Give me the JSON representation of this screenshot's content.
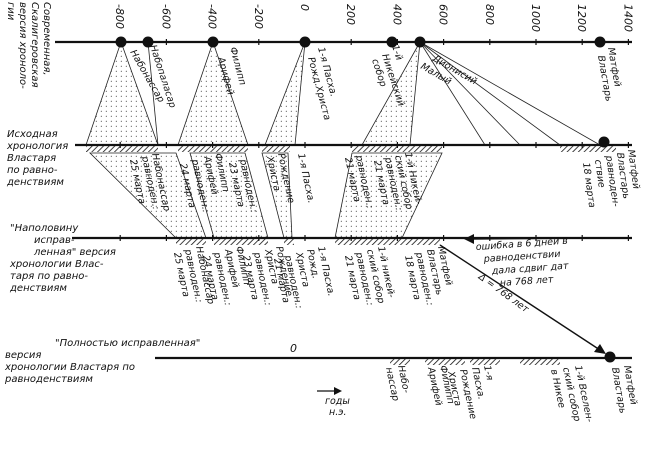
{
  "side_labels": {
    "modern": [
      "Современная,",
      "Скалигеровская",
      "версия хроноло-",
      "гии"
    ],
    "original": [
      "Исходная",
      "хронология",
      "Властаря",
      "по равно-",
      "денствиям"
    ],
    "half": [
      "\"Наполовину",
      "исправ-",
      "ленная\" версия",
      "хронологии Влас-",
      "таря по равно-",
      "денствиям"
    ],
    "full": [
      "\"Полностью исправленная\"",
      "версия",
      "хронологии Властаря по",
      "равноденствиям"
    ]
  },
  "ticks": [
    "-800",
    "-600",
    "-400",
    "-200",
    "0",
    "200",
    "400",
    "600",
    "800",
    "1000",
    "1200",
    "1400"
  ],
  "top_labels": [
    "Набонассар",
    "Набопаласар",
    "Филипп",
    "Арифей",
    "1-я Пасха.",
    "Рожд.Христа",
    "1-й",
    "Никейский",
    "собор",
    "Дионисий",
    "Малый",
    "Матфей",
    "Властарь"
  ],
  "original_labels": [
    "Набонассар",
    "равноден.:",
    "25 марта",
    "Филипп",
    "Арифей",
    "равноден.:",
    "24 марта",
    "равноден.:",
    "23 марта",
    "Рождение",
    "Христа",
    "1-я Пасха.",
    "равноден.:",
    "21 марта",
    "1-й Никей-",
    "ский собор",
    "равноден.:",
    "21 марта",
    "Матфей",
    "Властарь",
    "равноден-",
    "ствие",
    "18 марта"
  ],
  "half_labels": [
    "Набонассар",
    "равноден.:",
    "25 марта",
    "Филипп",
    "Арифей",
    "равноден.:",
    "24 марта",
    "Рождение",
    "Христа",
    "равноден.:",
    "23 марта",
    "1-я Пасха.",
    "Рожд.",
    "Христа",
    "равноден.:",
    "21 марта",
    "1-й никей-",
    "ский собор",
    "равноден.:",
    "21 марта",
    "Матфей",
    "Властарь",
    "равноден.:",
    "18 марта"
  ],
  "bottom_labels": [
    "Набо-",
    "нассар",
    "Филипп",
    "Арифей",
    "1-я",
    "Пасха.",
    "Рождение",
    "Христа",
    "1-й Вселен-",
    "ский собор",
    "в Никее",
    "Матфей",
    "Властарь"
  ],
  "zero_label": "0",
  "error_note": [
    "ошибка в 6 дней в",
    "равноденствии",
    "дала сдвиг дат",
    "на 768 лет"
  ],
  "delta_label": "Δ = 768 лет",
  "years_note": [
    "годы",
    "н.э."
  ]
}
